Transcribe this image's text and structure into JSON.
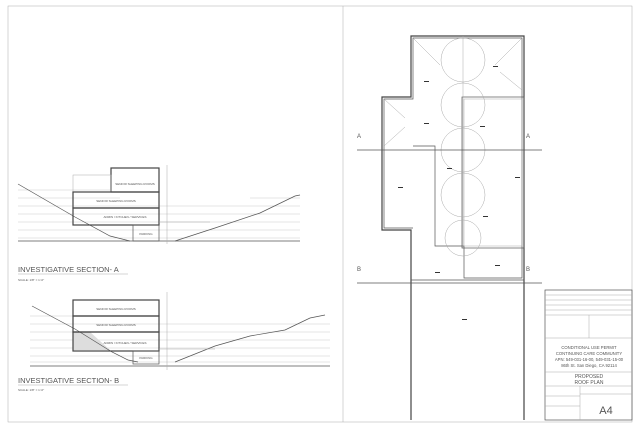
{
  "section_a": {
    "title": "INVESTIGATIVE SECTION- A",
    "scale": "SCALE: 1/8\" = 1'-0\"",
    "rooms": [
      "SENIOR SLEEPING ROOMS",
      "SENIOR SLEEPING ROOMS",
      "ADMIN / KITCHEN / SERVICES",
      "PARKING"
    ]
  },
  "section_b": {
    "title": "INVESTIGATIVE SECTION- B",
    "scale": "SCALE: 1/8\" = 1'-0\"",
    "rooms": [
      "SENIOR SLEEPING ROOMS",
      "SENIOR SLEEPING ROOMS",
      "ADMIN / KITCHEN / SERVICES",
      "PARKING"
    ]
  },
  "roof_plan": {
    "section_markers": [
      "A",
      "B",
      "A",
      "B"
    ]
  },
  "title_block": {
    "project_lines": [
      "CONDITIONAL USE PERMIT",
      "CONTINUING CARE COMMUNITY",
      "APN: 549-031-16-00, 549-031-15-00",
      "86th St. San Diego, CA 92114"
    ],
    "sheet_title_1": "PROPOSED",
    "sheet_title_2": "ROOF PLAN",
    "sheet_number": "A4"
  }
}
